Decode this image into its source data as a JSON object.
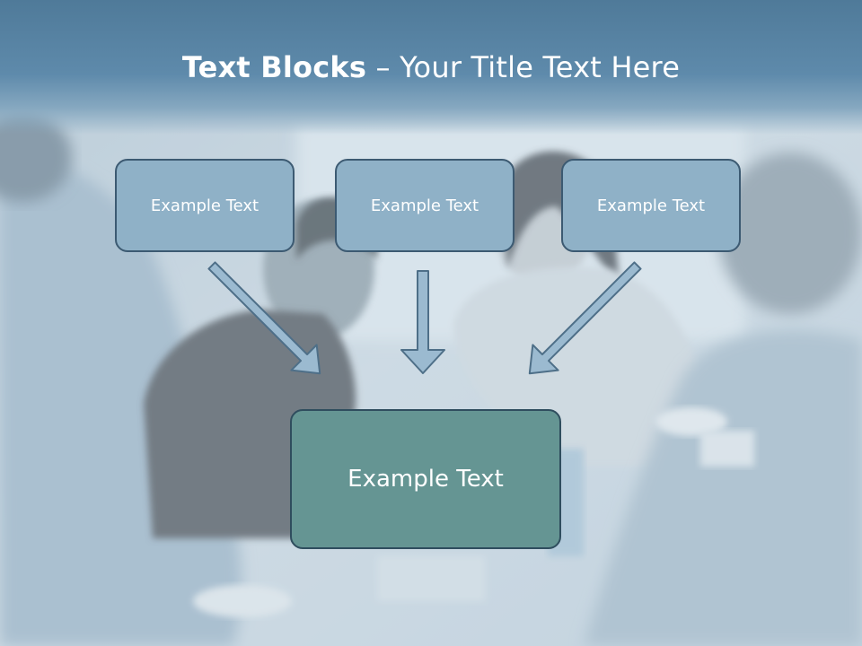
{
  "title": {
    "bold": "Text Blocks",
    "dash": " – ",
    "rest": "Your Title Text Here"
  },
  "blocks": {
    "top": [
      "Example Text",
      "Example Text",
      "Example Text"
    ],
    "bottom": "Example Text"
  },
  "colors": {
    "title_band": "#5e8aab",
    "block_fill": "#8fb1c7",
    "block_border": "#3c5a72",
    "bottom_fill": "#659593",
    "arrow_fill": "#9bbad0",
    "arrow_stroke": "#4e6f88"
  }
}
